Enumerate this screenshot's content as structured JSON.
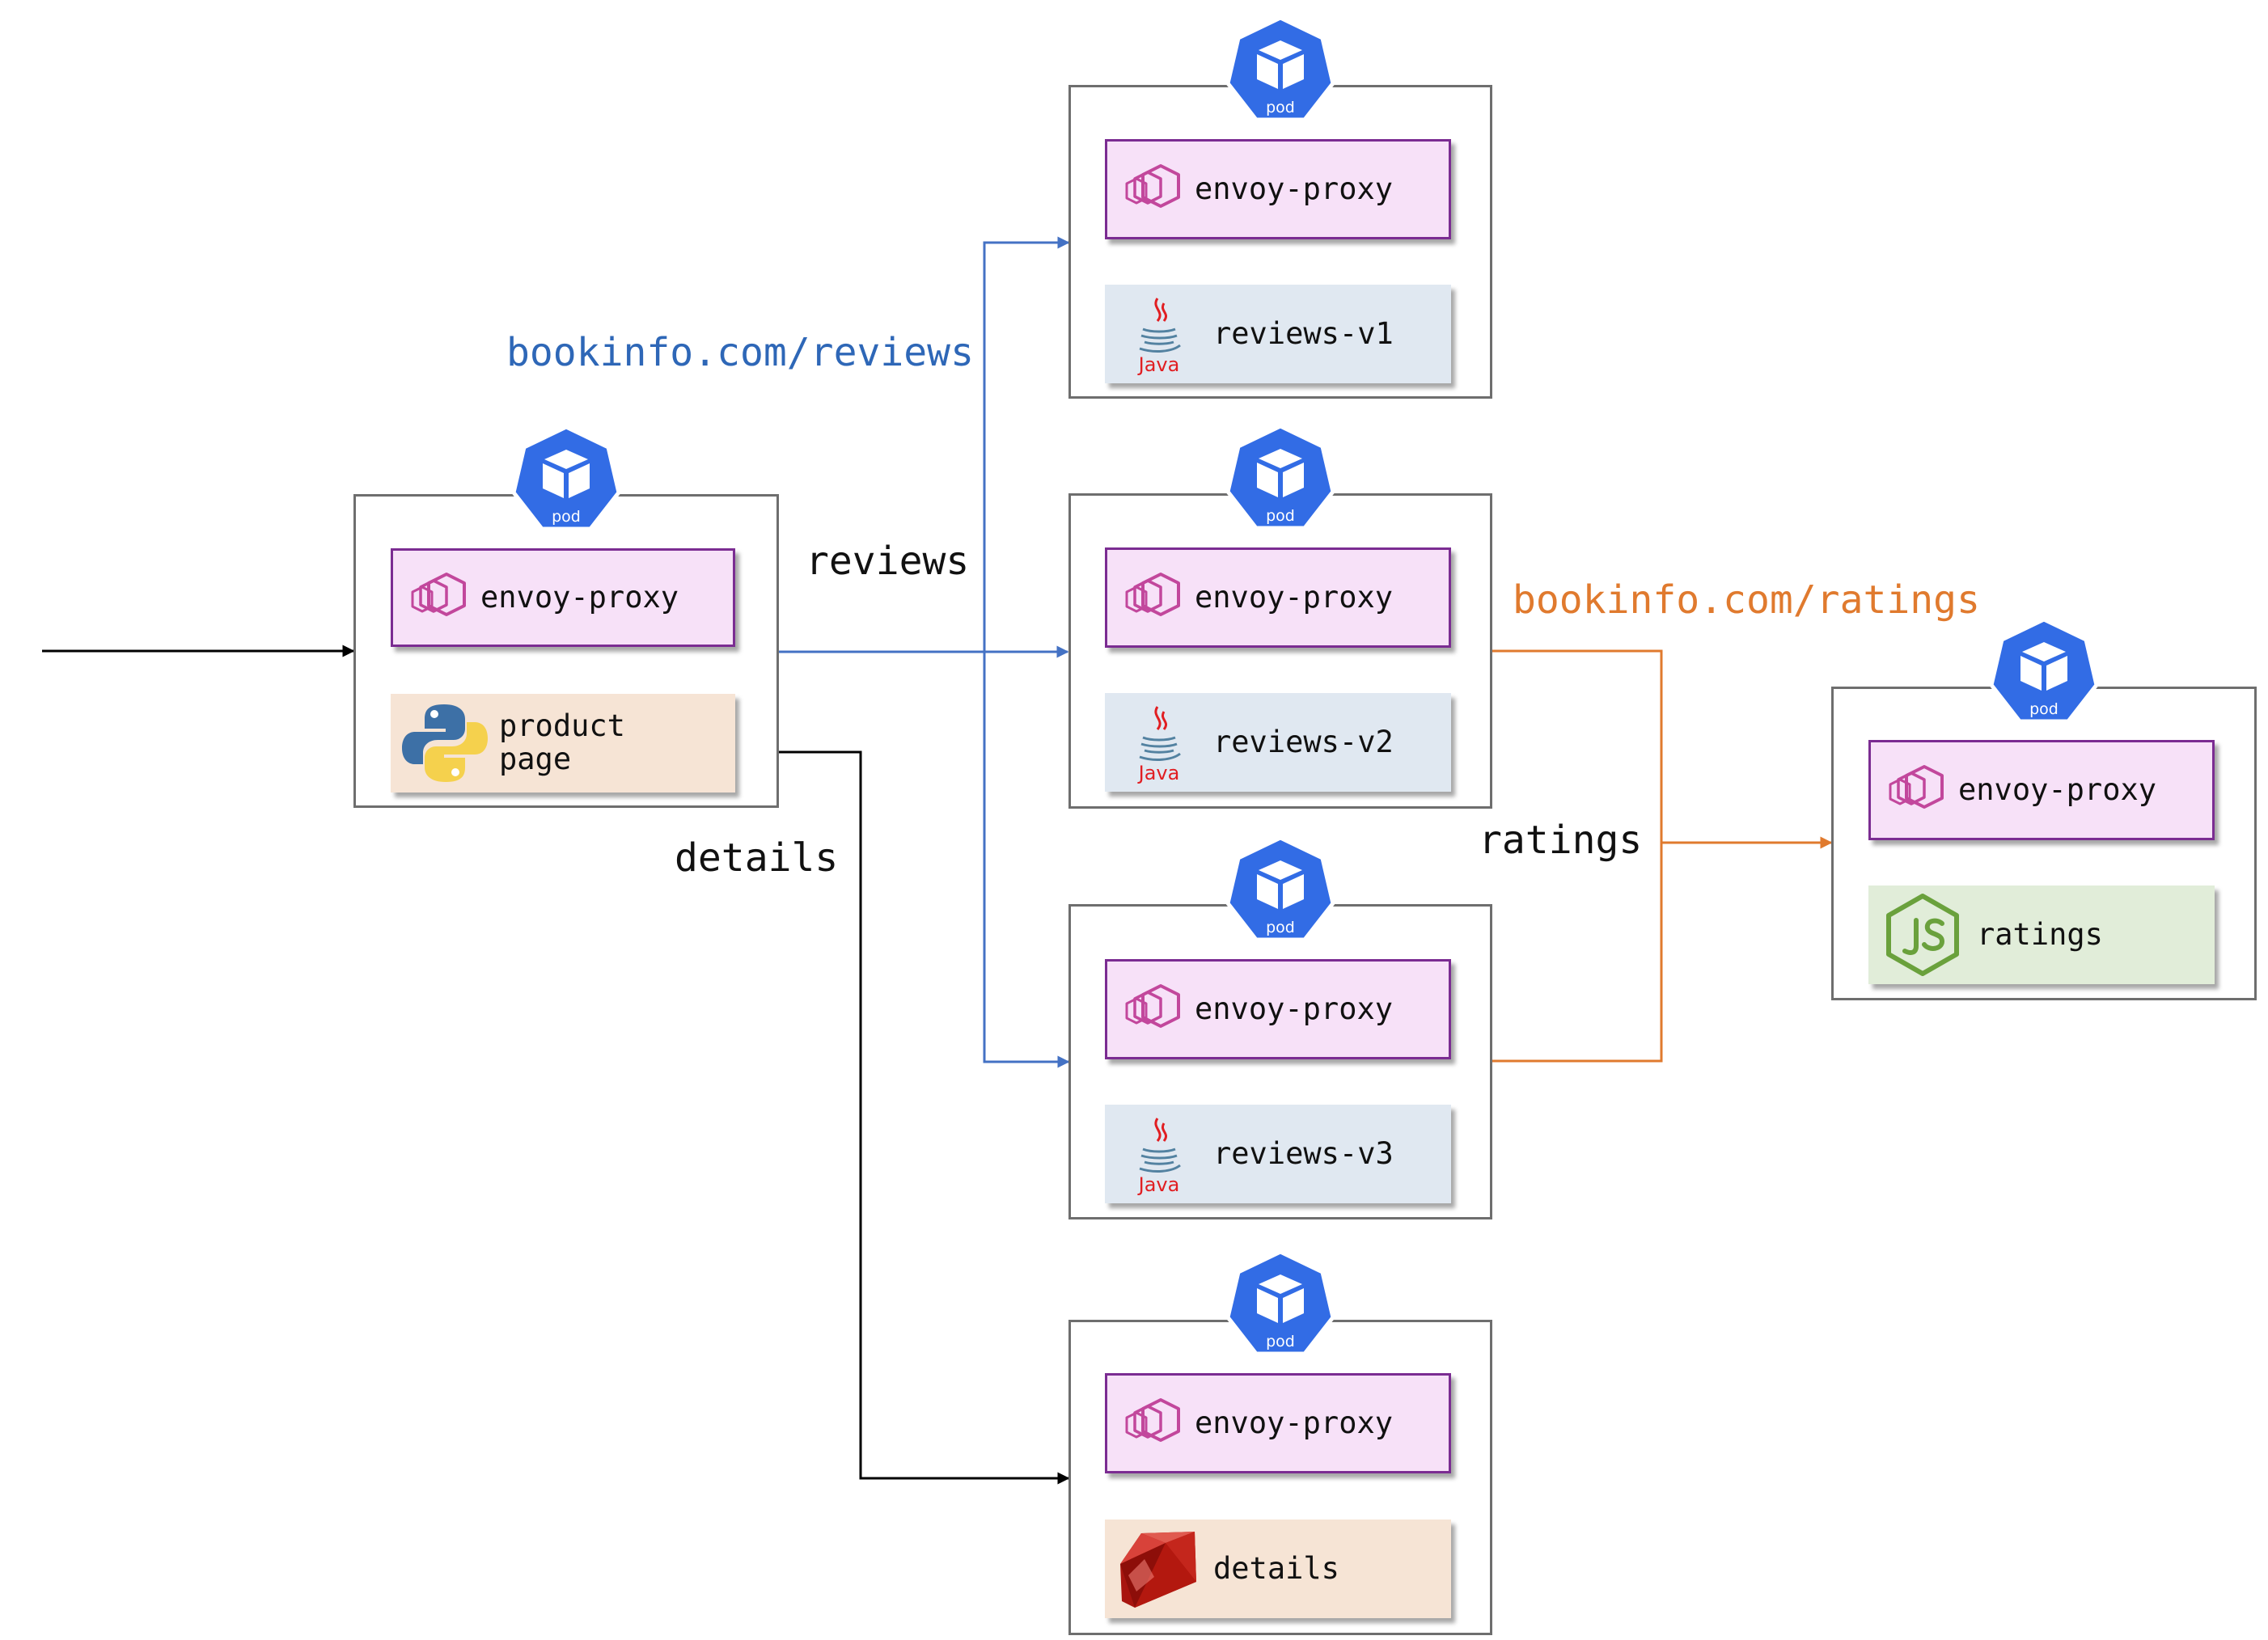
{
  "colors": {
    "pod_badge": "#326ce5",
    "envoy_fill": "#f7e1f8",
    "envoy_border": "#7b2c92",
    "java_fill": "#e0e8f1",
    "python_fill": "#f6e4d5",
    "ruby_fill": "#f6e4d5",
    "node_fill": "#e1edd9",
    "reviews_route": "#4472c4",
    "ratings_route": "#e07a2e",
    "details_route": "#000000"
  },
  "pod_badge_label": "pod",
  "pods": {
    "productpage": {
      "proxy": "envoy-proxy",
      "service": "product\npage",
      "icon": "python-icon"
    },
    "reviews_v1": {
      "proxy": "envoy-proxy",
      "service": "reviews-v1",
      "icon": "java-icon"
    },
    "reviews_v2": {
      "proxy": "envoy-proxy",
      "service": "reviews-v2",
      "icon": "java-icon"
    },
    "reviews_v3": {
      "proxy": "envoy-proxy",
      "service": "reviews-v3",
      "icon": "java-icon"
    },
    "details": {
      "proxy": "envoy-proxy",
      "service": "details",
      "icon": "ruby-icon"
    },
    "ratings": {
      "proxy": "envoy-proxy",
      "service": "ratings",
      "icon": "nodejs-icon"
    }
  },
  "java_logo_text": "Java",
  "routes": {
    "reviews_host": "bookinfo.com/reviews",
    "reviews": "reviews",
    "details": "details",
    "ratings_host": "bookinfo.com/ratings",
    "ratings": "ratings"
  }
}
